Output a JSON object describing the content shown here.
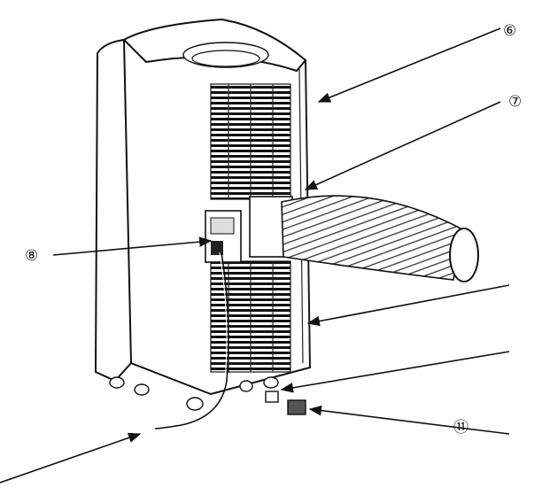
{
  "callouts": [
    {
      "id": "6",
      "label": "⑥"
    },
    {
      "id": "7",
      "label": "⑦"
    },
    {
      "id": "8",
      "label": "⑧"
    },
    {
      "id": "11",
      "label": "⑪"
    }
  ]
}
